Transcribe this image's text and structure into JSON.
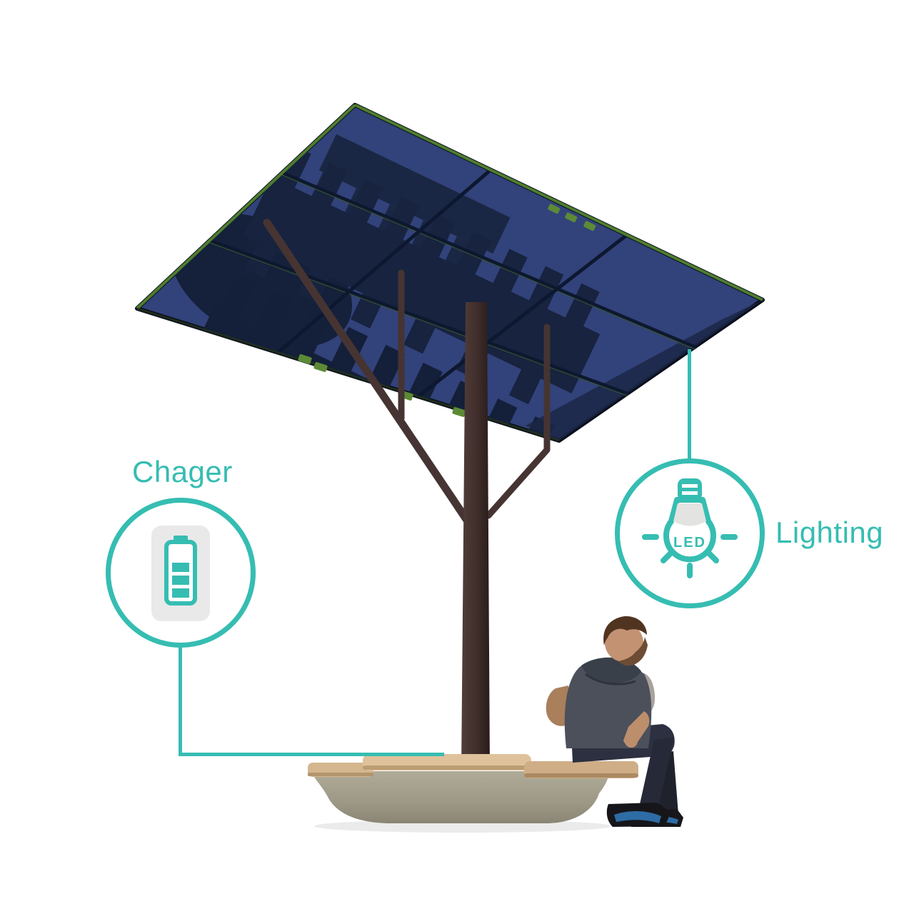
{
  "palette": {
    "accent_teal": "#36bdb2",
    "panel_blue": "#32427a",
    "panel_shadow_navy": "#16223e",
    "frame_green": "#4e7d2f",
    "trunk_brown": "#3e2d2b",
    "bench_stone": "#a49f8e",
    "bench_wood": "#d8bc98",
    "icon_chip_gray": "#e9e9e9"
  },
  "callouts": {
    "charger": {
      "label": "Chager",
      "icon": "battery-icon"
    },
    "lighting": {
      "label": "Lighting",
      "icon": "led-bulb-icon",
      "bulb_text": "LED"
    }
  }
}
